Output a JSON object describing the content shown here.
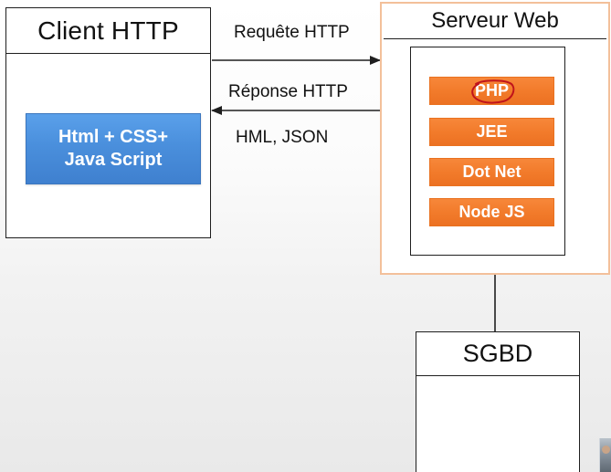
{
  "client": {
    "title": "Client HTTP",
    "tech_line1": "Html + CSS+",
    "tech_line2": "Java Script"
  },
  "arrows": {
    "request_label": "Requête HTTP",
    "response_label": "Réponse HTTP",
    "format_label": "HML, JSON"
  },
  "server": {
    "title": "Serveur Web",
    "technologies": [
      "PHP",
      "JEE",
      "Dot Net",
      "Node JS"
    ]
  },
  "database": {
    "title": "SGBD"
  },
  "colors": {
    "client_tech": "#4a8fdc",
    "server_tech": "#f27b2b",
    "server_border": "#f3c09a",
    "annotation": "#c0141b"
  }
}
